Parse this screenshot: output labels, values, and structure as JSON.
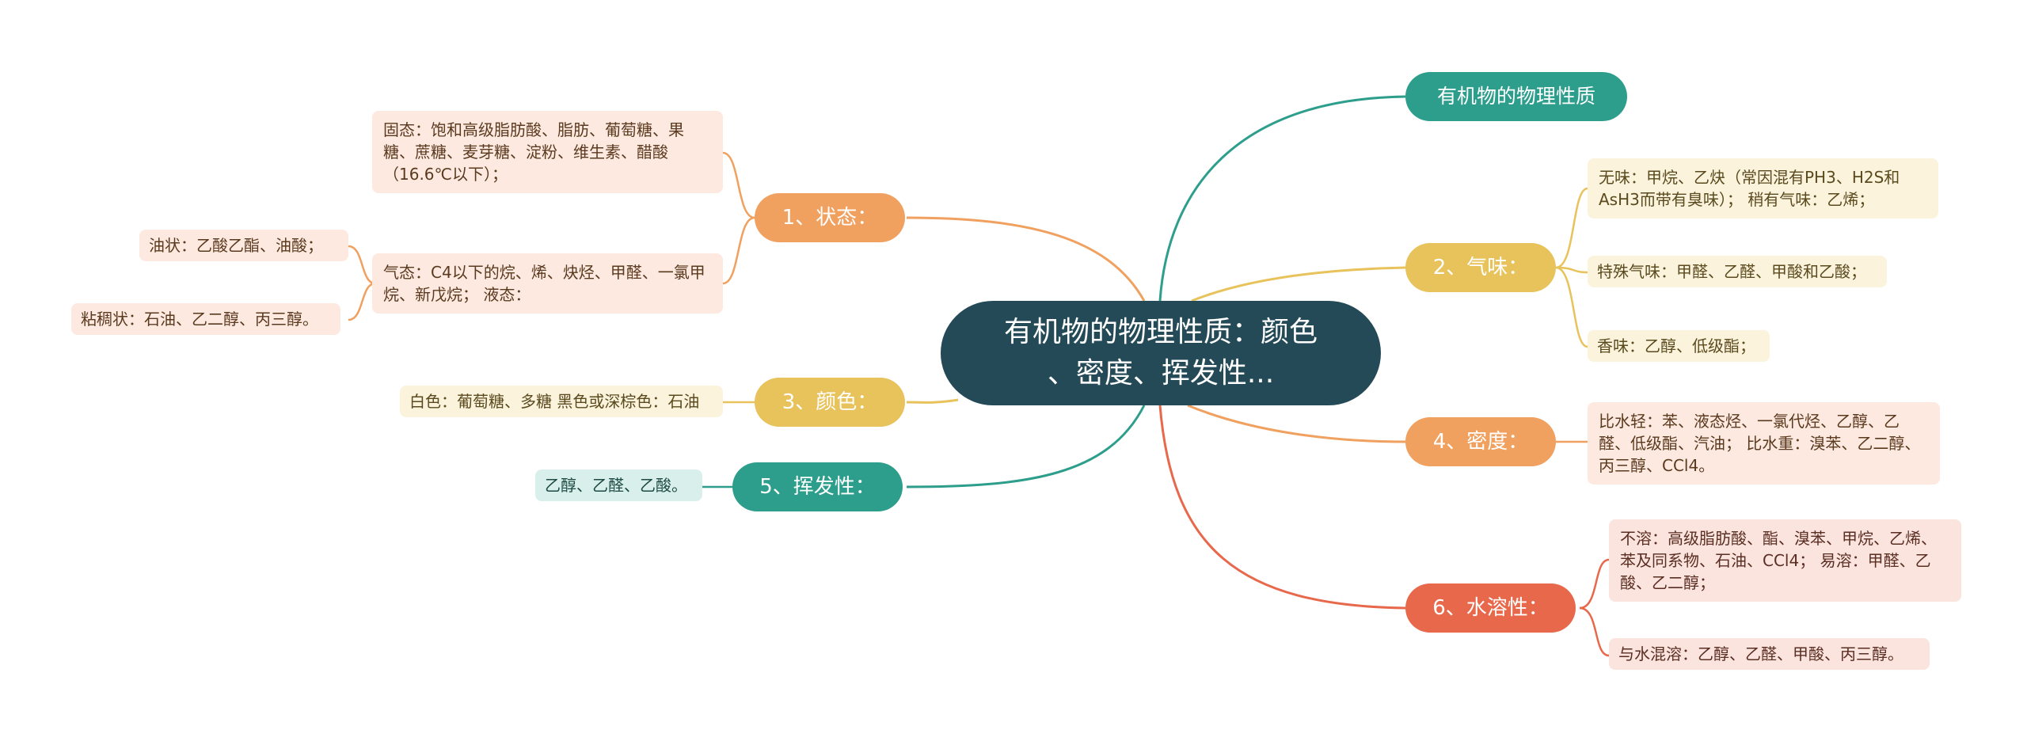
{
  "center": {
    "title_line1": "有机物的物理性质：颜色",
    "title_line2": "、密度、挥发性..."
  },
  "branches": [
    {
      "id": "b0",
      "label": "有机物的物理性质",
      "color": "#2e9e8c"
    },
    {
      "id": "b1",
      "label": "1、状态：",
      "color": "#f0a05f"
    },
    {
      "id": "b2",
      "label": "2、气味：",
      "color": "#e8c25a"
    },
    {
      "id": "b3",
      "label": "3、颜色：",
      "color": "#e8c25a"
    },
    {
      "id": "b4",
      "label": "4、密度：",
      "color": "#f0a05f"
    },
    {
      "id": "b5",
      "label": "5、挥发性：",
      "color": "#2e9e8c"
    },
    {
      "id": "b6",
      "label": "6、水溶性：",
      "color": "#e8684b"
    }
  ],
  "leaves": {
    "state_solid": "固态：饱和高级脂肪酸、脂肪、葡萄糖、果糖、蔗糖、麦芽糖、淀粉、维生素、醋酸（16.6℃以下）；",
    "state_gas": "气态：C4以下的烷、烯、炔烃、甲醛、一氯甲烷、新戊烷； 液态：",
    "state_oily": "油状：乙酸乙酯、油酸；",
    "state_viscous": "粘稠状：石油、乙二醇、丙三醇。",
    "smell_none": "无味：甲烷、乙炔（常因混有PH3、H2S和AsH3而带有臭味）； 稍有气味：乙烯；",
    "smell_special": "特殊气味：甲醛、乙醛、甲酸和乙酸；",
    "smell_fragrant": "香味：乙醇、低级酯；",
    "color_info": "白色：葡萄糖、多糖 黑色或深棕色：石油",
    "density_info": "比水轻：苯、液态烃、一氯代烃、乙醇、乙醛、低级酯、汽油； 比水重：溴苯、乙二醇、丙三醇、CCl4。",
    "volatile_info": "乙醇、乙醛、乙酸。",
    "solubility_insoluble": "不溶：高级脂肪酸、酯、溴苯、甲烷、乙烯、苯及同系物、石油、CCl4； 易溶：甲醛、乙酸、乙二醇；",
    "solubility_miscible": "与水混溶：乙醇、乙醛、甲酸、丙三醇。"
  }
}
